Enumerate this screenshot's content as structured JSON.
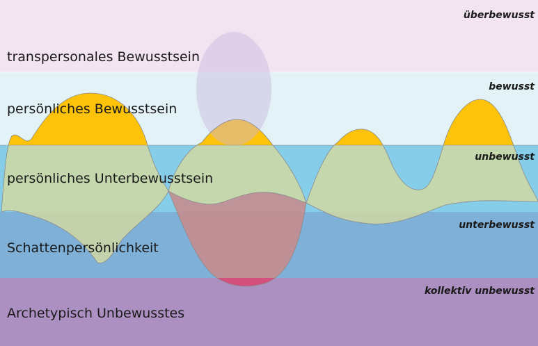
{
  "bands": [
    {
      "label": "transpersonales Bewusstsein",
      "tag": "überbewusst",
      "color": "#f2e4f0"
    },
    {
      "label": "persönliches Bewusstsein",
      "tag": "bewusst",
      "color": "#e2f2f7"
    },
    {
      "label": "persönliches Unterbewusstsein",
      "tag": "unbewusst",
      "color": "#86cde9"
    },
    {
      "label": "Schattenpersönlichkeit",
      "tag": "unterbewusst",
      "color": "#7fb0d8"
    },
    {
      "label": "Archetypisch Unbewusstes",
      "tag": "kollektiv unbewusst",
      "color": "#ad90c2"
    }
  ],
  "colors": {
    "personal_wave": "#fdc20a",
    "subconscious_fill": "#cfd8a2",
    "shadow_fill": "#c98a8a",
    "archetype_fill": "#d4487a",
    "transpersonal_ellipse": "#c9b6de",
    "outline": "#8a8a8a"
  }
}
